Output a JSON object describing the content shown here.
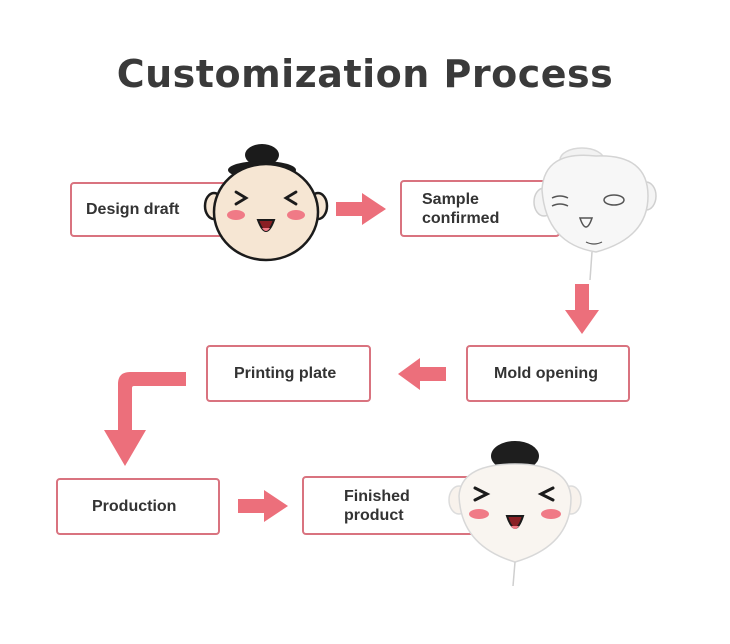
{
  "title": "Customization Process",
  "steps": [
    {
      "label": "Design draft"
    },
    {
      "label": "Sample\nconfirmed"
    },
    {
      "label": "Mold opening"
    },
    {
      "label": "Printing plate"
    },
    {
      "label": "Production"
    },
    {
      "label": "Finished\nproduct"
    }
  ],
  "colors": {
    "border": "#d9737f",
    "arrow": "#ec6f7b",
    "text": "#333333",
    "title": "#3a3a3a"
  }
}
